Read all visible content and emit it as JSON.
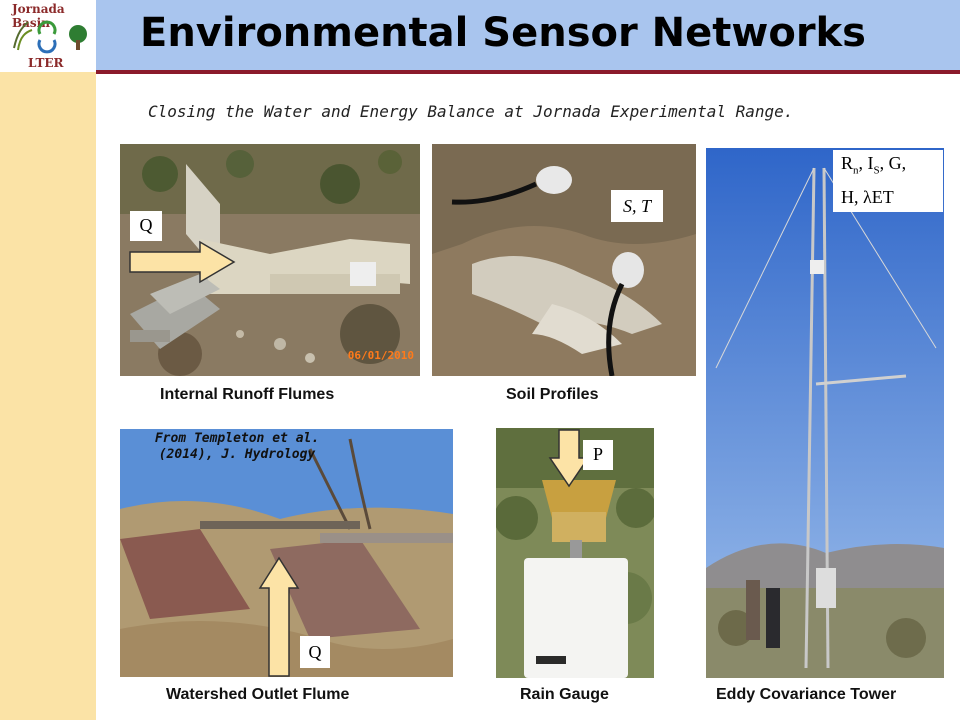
{
  "logo": {
    "line1": "Jornada Basin",
    "line2": "LTER"
  },
  "title": "Environmental Sensor Networks",
  "subtitle": "Closing the Water and Energy Balance at Jornada Experimental Range.",
  "photos": {
    "runoff": {
      "caption": "Internal Runoff Flumes",
      "label": "Q",
      "stamp": "06/01/2010"
    },
    "soil": {
      "caption": "Soil Profiles",
      "label": "S, T"
    },
    "tower": {
      "caption": "Eddy Covariance Tower",
      "label_line1_a": "R",
      "label_line1_sub_n": "n",
      "label_line1_b": ", I",
      "label_line1_sub_s": "S",
      "label_line1_c": ", G,",
      "label_line2": "H, λET"
    },
    "outlet": {
      "caption": "Watershed Outlet Flume",
      "label": "Q",
      "credit_line1": "From Templeton et al.",
      "credit_line2": "(2014), J. Hydrology"
    },
    "rain": {
      "caption": "Rain Gauge",
      "label": "P"
    }
  },
  "colors": {
    "title_bar": "#a9c5ee",
    "title_rule": "#8b1a2b",
    "left_bar": "#fbe3a6",
    "arrow_fill": "#fce3a6"
  }
}
